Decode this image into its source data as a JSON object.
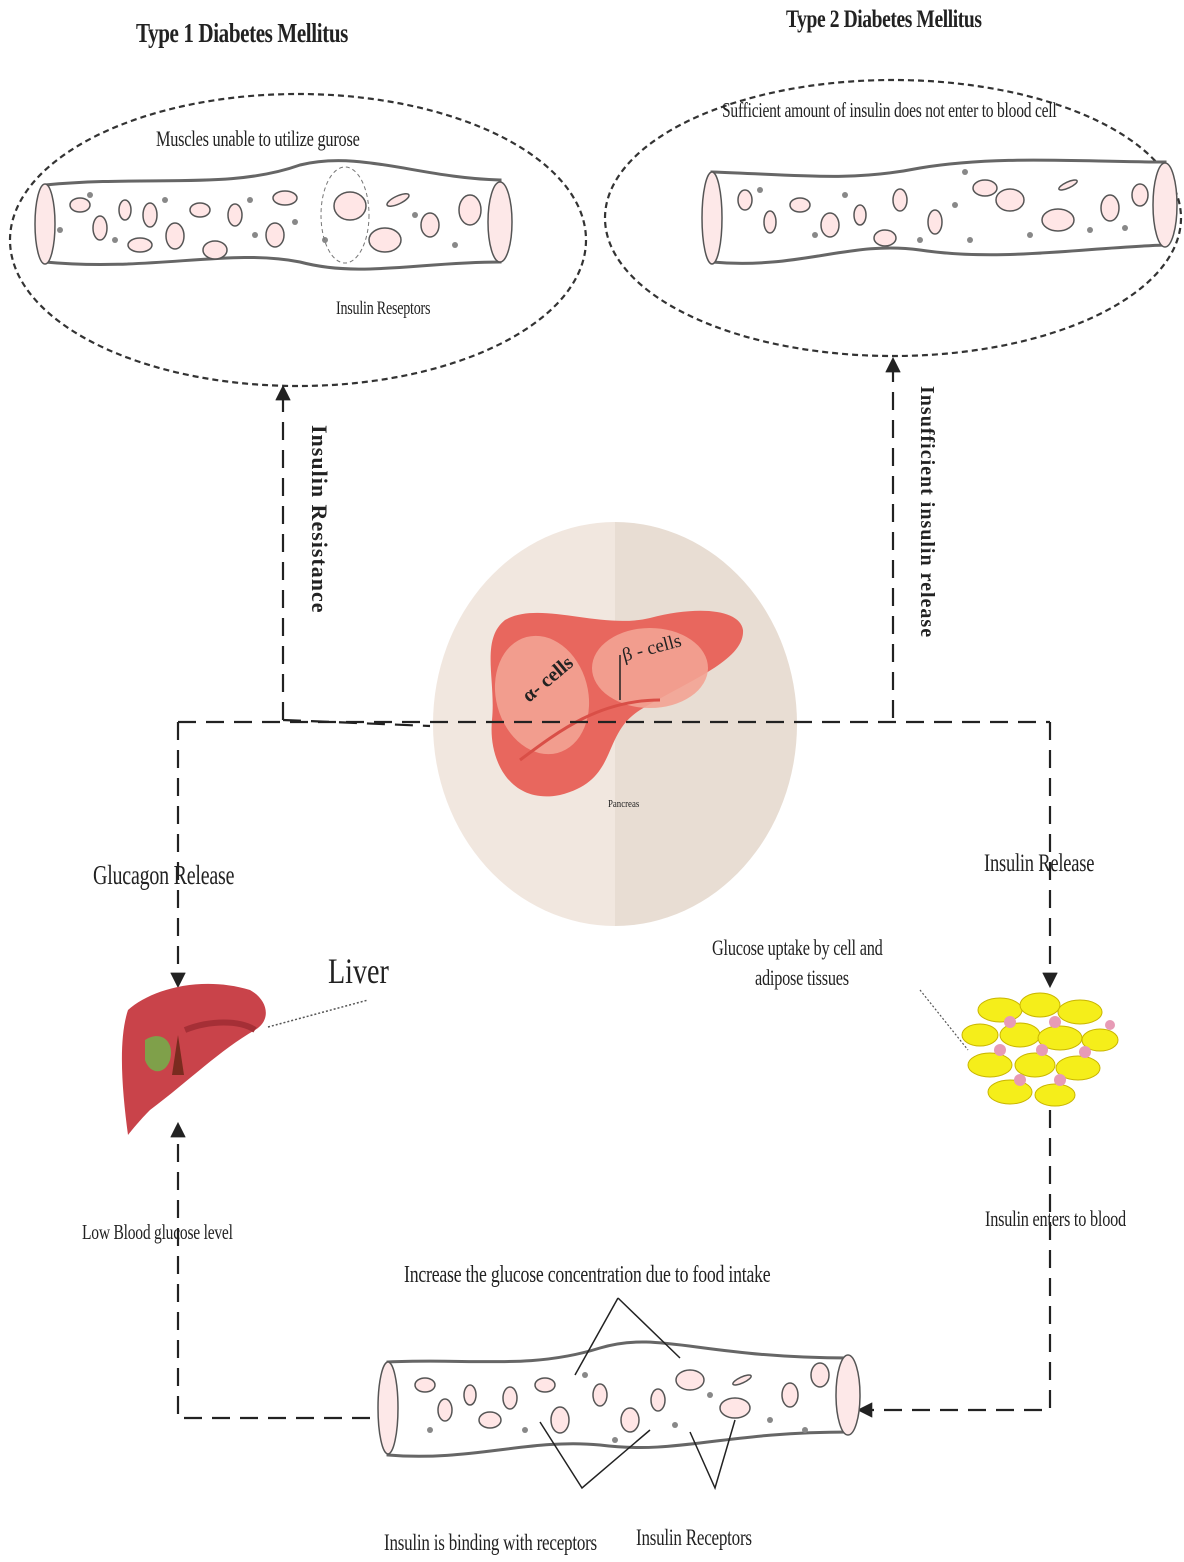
{
  "labels": {
    "type1_title": "Type 1 Diabetes Mellitus",
    "type2_title": "Type 2 Diabetes Mellitus",
    "muscles_unable": "Muscles unable to utilize gurose",
    "insulin_reseptors": "Insulin Reseptors",
    "sufficient_amount": "Sufficient amount of insulin does not    enter to blood cell",
    "insulin_resistance": "Insulin Resistance",
    "insufficient_release": "Insufficient  insulin release",
    "alpha_cells": "α- cells",
    "beta_cells": "β - cells",
    "pancreas": "Pancreas",
    "glucagon_release": "Glucagon Release",
    "insulin_release": "Insulin Release",
    "liver": "Liver",
    "glucose_uptake_line1": "Glucose uptake by cell and",
    "glucose_uptake_line2": "adipose tissues",
    "low_blood_glucose": "Low Blood glucose level",
    "insulin_enters_blood": "Insulin enters to blood",
    "increase_glucose": "Increase the glucose concentration due to  food intake",
    "insulin_binding": "Insulin is binding with receptors",
    "insulin_receptors": "Insulin Receptors"
  },
  "colors": {
    "pancreas_fill": "#e8675e",
    "pancreas_light": "#f3a394",
    "pancreas_bg_left": "#f1e7df",
    "pancreas_bg_right": "#e8ddd3",
    "liver_fill": "#c9434a",
    "adipose_fill": "#f5ee1a",
    "adipose_spots": "#e79bb6",
    "vessel_cap": "#fde8e8",
    "line": "#222222"
  }
}
